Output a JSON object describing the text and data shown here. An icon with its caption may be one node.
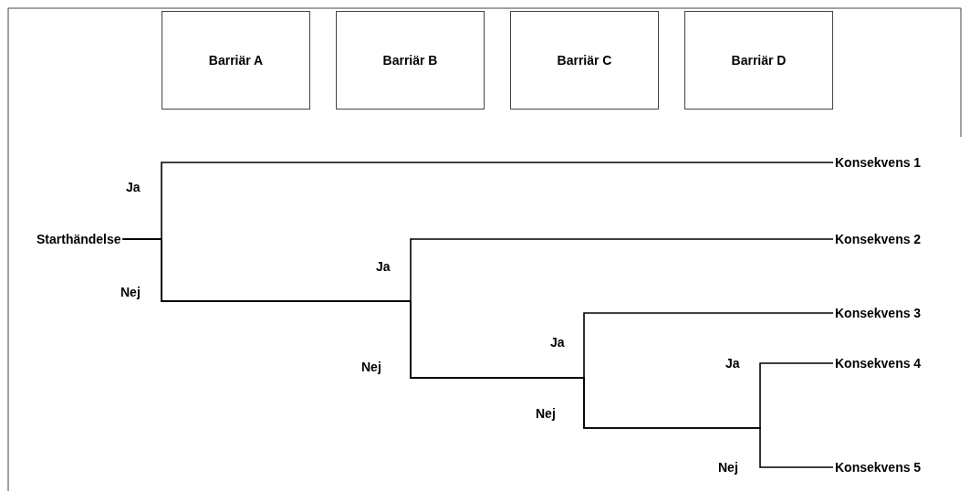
{
  "diagram": {
    "nodes": [
      {
        "text": [
          "Barriär A"
        ]
      },
      {
        "text": [
          "Barriär B"
        ]
      },
      {
        "text": [
          "Barriär C"
        ]
      },
      {
        "text": [
          "Barriär D"
        ]
      },
      {
        "text": [
          "Starthändelse"
        ]
      },
      {
        "text": [
          "Konsekvens 1"
        ]
      },
      {
        "text": [
          "Konsekvens 2"
        ]
      },
      {
        "text": [
          "Konsekvens 3"
        ]
      },
      {
        "text": [
          "Konsekvens 4"
        ]
      },
      {
        "text": [
          "Konsekvens 5"
        ]
      }
    ],
    "edges": [
      {
        "from": 4,
        "to": 5,
        "arrow": "none"
      },
      {
        "from": 4,
        "to": 6,
        "arrow": "none"
      },
      {
        "from": 4,
        "to": 7,
        "arrow": "none"
      },
      {
        "from": 4,
        "to": 8,
        "arrow": "none"
      },
      {
        "from": 4,
        "to": 9,
        "arrow": "none"
      }
    ],
    "labels": [
      "Ja",
      "Nej",
      "Ja",
      "Nej",
      "Ja",
      "Nej",
      "Ja",
      "Nej"
    ]
  }
}
